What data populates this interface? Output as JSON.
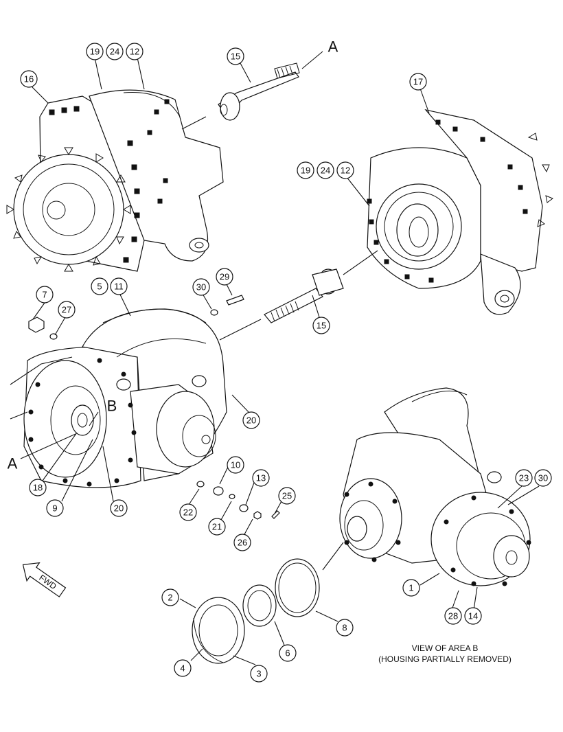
{
  "callouts": [
    {
      "id": "c19a",
      "label": "19"
    },
    {
      "id": "c24a",
      "label": "24"
    },
    {
      "id": "c12a",
      "label": "12"
    },
    {
      "id": "c16",
      "label": "16"
    },
    {
      "id": "c15a",
      "label": "15"
    },
    {
      "id": "c17",
      "label": "17"
    },
    {
      "id": "c19b",
      "label": "19"
    },
    {
      "id": "c24b",
      "label": "24"
    },
    {
      "id": "c12b",
      "label": "12"
    },
    {
      "id": "c5",
      "label": "5"
    },
    {
      "id": "c11",
      "label": "11"
    },
    {
      "id": "c30a",
      "label": "30"
    },
    {
      "id": "c29",
      "label": "29"
    },
    {
      "id": "c7",
      "label": "7"
    },
    {
      "id": "c27",
      "label": "27"
    },
    {
      "id": "c15b",
      "label": "15"
    },
    {
      "id": "c20a",
      "label": "20"
    },
    {
      "id": "c10",
      "label": "10"
    },
    {
      "id": "c13",
      "label": "13"
    },
    {
      "id": "c25",
      "label": "25"
    },
    {
      "id": "c18",
      "label": "18"
    },
    {
      "id": "c9",
      "label": "9"
    },
    {
      "id": "c20b",
      "label": "20"
    },
    {
      "id": "c22",
      "label": "22"
    },
    {
      "id": "c21",
      "label": "21"
    },
    {
      "id": "c26",
      "label": "26"
    },
    {
      "id": "c23",
      "label": "23"
    },
    {
      "id": "c30b",
      "label": "30"
    },
    {
      "id": "c1",
      "label": "1"
    },
    {
      "id": "c28",
      "label": "28"
    },
    {
      "id": "c14",
      "label": "14"
    },
    {
      "id": "c2",
      "label": "2"
    },
    {
      "id": "c4",
      "label": "4"
    },
    {
      "id": "c3",
      "label": "3"
    },
    {
      "id": "c6",
      "label": "6"
    },
    {
      "id": "c8",
      "label": "8"
    }
  ],
  "letters": {
    "a_top": "A",
    "a_left": "A",
    "b": "B"
  },
  "fwd_label": "FWD",
  "caption": {
    "line1": "VIEW OF AREA B",
    "line2": "(HOUSING PARTIALLY REMOVED)"
  }
}
